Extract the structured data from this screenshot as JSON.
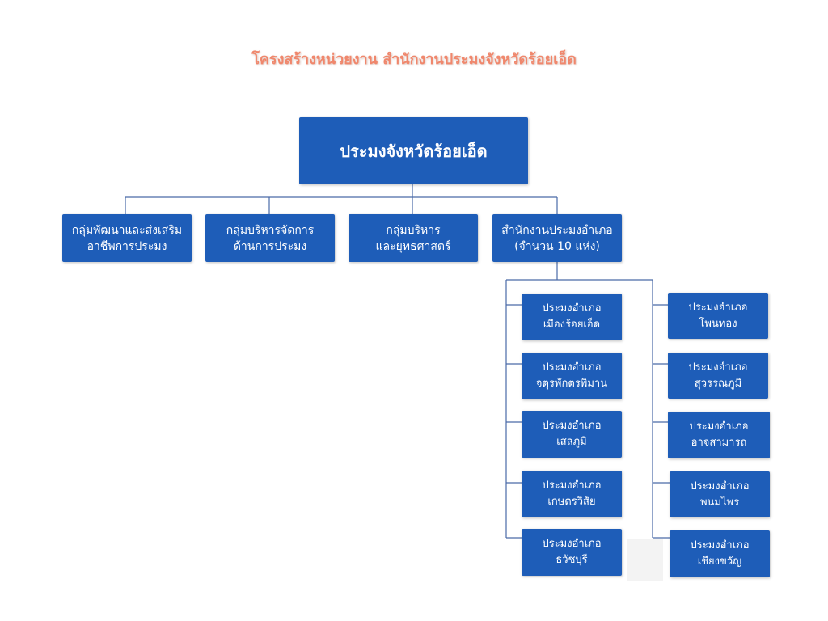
{
  "title": "โครงสร้างหน่วยงาน สำนักงานประมงจังหวัดร้อยเอ็ด",
  "colors": {
    "title": "#f0876c",
    "box": "#1e5db8",
    "box_text": "#ffffff",
    "connector": "#4a6aa8"
  },
  "root": {
    "label": "ประมงจังหวัดร้อยเอ็ด"
  },
  "groups": [
    {
      "line1": "กลุ่มพัฒนาและส่งเสริม",
      "line2": "อาชีพการประมง"
    },
    {
      "line1": "กลุ่มบริหารจัดการ",
      "line2": "ด้านการประมง"
    },
    {
      "line1": "กลุ่มบริหาร",
      "line2": "และยุทธศาสตร์"
    },
    {
      "line1": "สำนักงานประมงอำเภอ",
      "line2": "(จำนวน 10 แห่ง)"
    }
  ],
  "districts_left": [
    {
      "line1": "ประมงอำเภอ",
      "line2": "เมืองร้อยเอ็ด"
    },
    {
      "line1": "ประมงอำเภอ",
      "line2": "จตุรพักตรพิมาน"
    },
    {
      "line1": "ประมงอำเภอ",
      "line2": "เสลภูมิ"
    },
    {
      "line1": "ประมงอำเภอ",
      "line2": "เกษตรวิสัย"
    },
    {
      "line1": "ประมงอำเภอ",
      "line2": "ธวัชบุรี"
    }
  ],
  "districts_right": [
    {
      "line1": "ประมงอำเภอ",
      "line2": "โพนทอง"
    },
    {
      "line1": "ประมงอำเภอ",
      "line2": "สุวรรณภูมิ"
    },
    {
      "line1": "ประมงอำเภอ",
      "line2": "อาจสามารถ"
    },
    {
      "line1": "ประมงอำเภอ",
      "line2": "พนมไพร"
    },
    {
      "line1": "ประมงอำเภอ",
      "line2": "เชียงขวัญ"
    }
  ]
}
